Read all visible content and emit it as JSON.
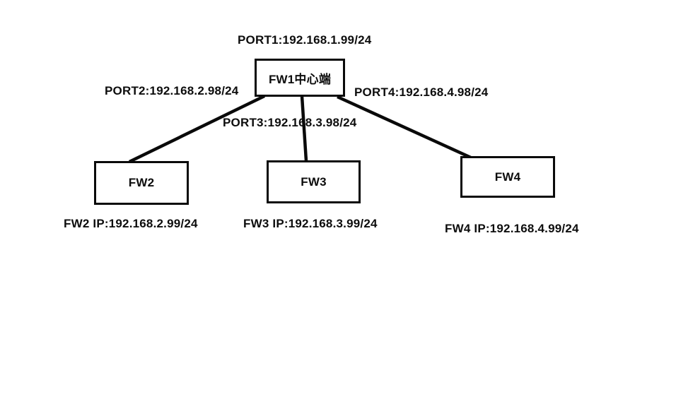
{
  "diagram": {
    "type": "network-topology",
    "background_color": "#ffffff",
    "line_color": "#0a0a0a",
    "text_color": "#0d0d0d",
    "nodes": {
      "fw1": {
        "label": "FW1中心端"
      },
      "fw2": {
        "label": "FW2"
      },
      "fw3": {
        "label": "FW3"
      },
      "fw4": {
        "label": "FW4"
      }
    },
    "labels": {
      "port1": "PORT1:192.168.1.99/24",
      "port2": "PORT2:192.168.2.98/24",
      "port3": "PORT3:192.168.3.98/24",
      "port4": "PORT4:192.168.4.98/24",
      "fw2_ip": "FW2 IP:192.168.2.99/24",
      "fw3_ip": "FW3 IP:192.168.3.99/24",
      "fw4_ip": "FW4 IP:192.168.4.99/24"
    },
    "links": [
      {
        "from": "fw1",
        "to": "fw2"
      },
      {
        "from": "fw1",
        "to": "fw3"
      },
      {
        "from": "fw1",
        "to": "fw4"
      }
    ]
  }
}
